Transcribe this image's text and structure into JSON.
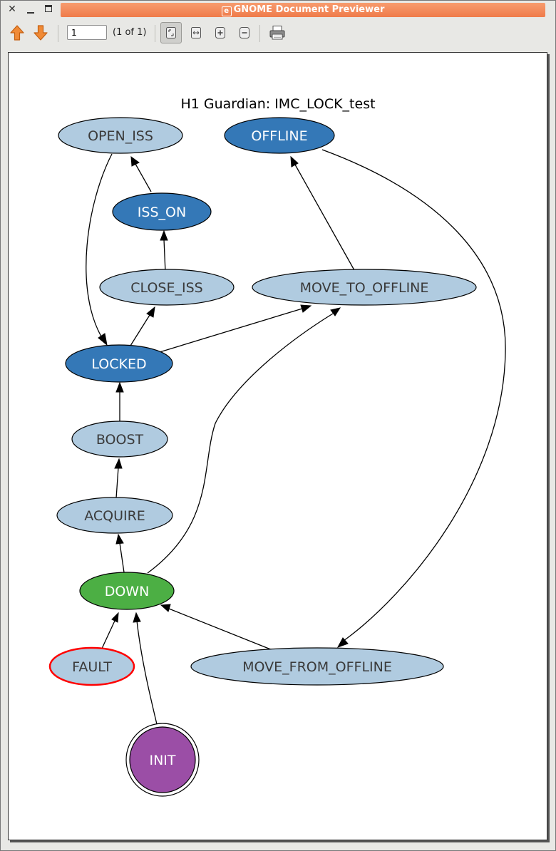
{
  "window": {
    "title": "GNOME Document Previewer",
    "app_icon": "document-icon"
  },
  "toolbar": {
    "page_value": "1",
    "page_count": "(1 of 1)",
    "buttons": [
      "previous-page",
      "next-page",
      "best-fit",
      "page-width",
      "zoom-in",
      "zoom-out",
      "print"
    ]
  },
  "graph": {
    "title": "H1 Guardian: IMC_LOCK_test",
    "nodes": {
      "open_iss": "OPEN_ISS",
      "offline": "OFFLINE",
      "iss_on": "ISS_ON",
      "close_iss": "CLOSE_ISS",
      "move_to_offline": "MOVE_TO_OFFLINE",
      "locked": "LOCKED",
      "boost": "BOOST",
      "acquire": "ACQUIRE",
      "down": "DOWN",
      "fault": "FAULT",
      "move_from_offline": "MOVE_FROM_OFFLINE",
      "init": "INIT"
    },
    "edges": [
      [
        "ISS_ON",
        "OPEN_ISS"
      ],
      [
        "CLOSE_ISS",
        "ISS_ON"
      ],
      [
        "LOCKED",
        "CLOSE_ISS"
      ],
      [
        "OPEN_ISS",
        "LOCKED"
      ],
      [
        "LOCKED",
        "MOVE_TO_OFFLINE"
      ],
      [
        "MOVE_TO_OFFLINE",
        "OFFLINE"
      ],
      [
        "OFFLINE",
        "MOVE_FROM_OFFLINE"
      ],
      [
        "BOOST",
        "LOCKED"
      ],
      [
        "ACQUIRE",
        "BOOST"
      ],
      [
        "DOWN",
        "ACQUIRE"
      ],
      [
        "DOWN",
        "MOVE_TO_OFFLINE"
      ],
      [
        "FAULT",
        "DOWN"
      ],
      [
        "INIT",
        "DOWN"
      ],
      [
        "MOVE_FROM_OFFLINE",
        "DOWN"
      ]
    ],
    "colors": {
      "light_node": "#b0cbe0",
      "dark_node": "#3478b7",
      "down_node": "#4caf44",
      "init_node": "#9b4ea6",
      "fault_border": "#ff0000",
      "dark_text": "#3a3a3a",
      "light_text": "#ffffff"
    }
  }
}
